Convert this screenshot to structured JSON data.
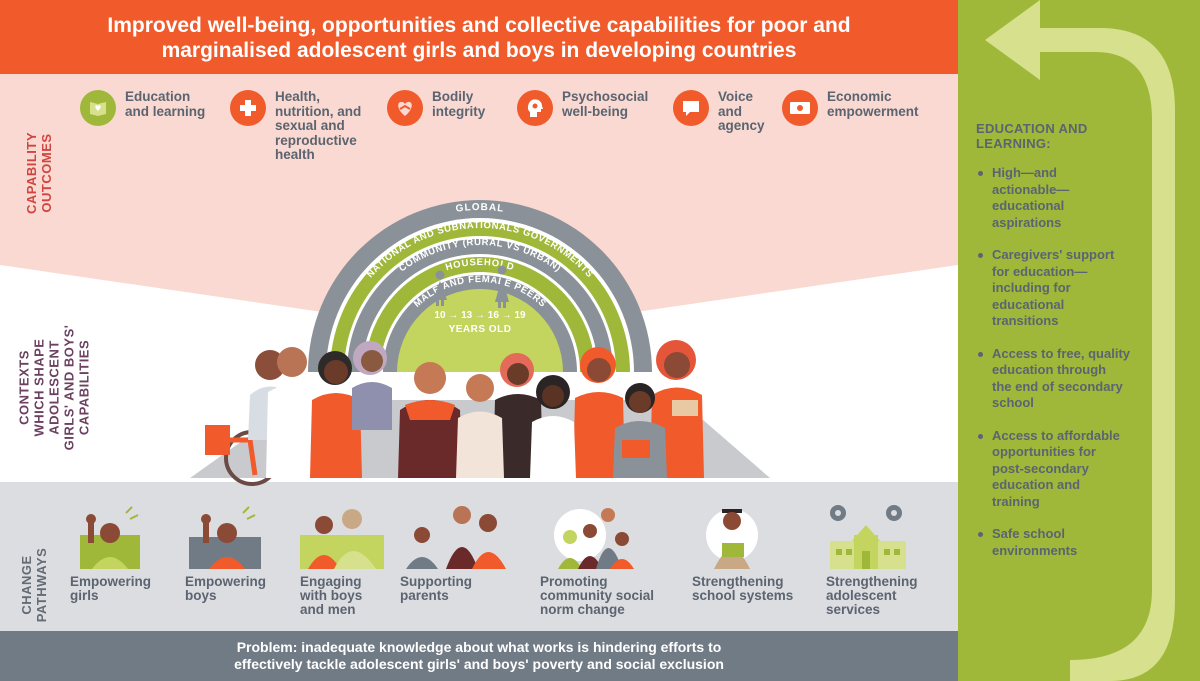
{
  "colors": {
    "orange": "#f15a2b",
    "pink": "#f9d9d1",
    "lime": "#9fb83a",
    "pale_lime": "#d7e08c",
    "slate": "#717b86",
    "text_gray": "#5b6470",
    "light_gray": "#dcdde1"
  },
  "header": {
    "line1": "Improved well-being, opportunities and collective capabilities for poor and",
    "line2": "marginalised adolescent girls and boys in developing countries"
  },
  "section_labels": {
    "capability": {
      "line1": "CAPABILITY",
      "line2": "OUTCOMES"
    },
    "contexts": {
      "line1": "CONTEXTS",
      "line2": "WHICH SHAPE",
      "line3": "ADOLESCENT",
      "line4": "GIRLS' AND BOYS'",
      "line5": "CAPABILITIES"
    },
    "change": {
      "line1": "CHANGE",
      "line2": "PATHWAYS"
    }
  },
  "outcomes": [
    {
      "icon": "book-heart-icon",
      "lines": [
        "Education",
        "and learning"
      ]
    },
    {
      "icon": "medical-cross-icon",
      "lines": [
        "Health,",
        "nutrition, and",
        "sexual and",
        "reproductive",
        "health"
      ]
    },
    {
      "icon": "handshake-heart-icon",
      "lines": [
        "Bodily",
        "integrity"
      ]
    },
    {
      "icon": "head-profile-icon",
      "lines": [
        "Psychosocial",
        "well-being"
      ]
    },
    {
      "icon": "speech-bubble-icon",
      "lines": [
        "Voice",
        "and",
        "agency"
      ]
    },
    {
      "icon": "money-icon",
      "lines": [
        "Economic",
        "empowerment"
      ]
    }
  ],
  "rings": {
    "global": "GLOBAL",
    "national": "NATIONAL AND SUBNATIONALS GOVERNMENTS",
    "community": "COMMUNITY (RURAL VS URBAN)",
    "household": "HOUSEHOLD",
    "peers": "MALE AND FEMALE PEERS",
    "ages": "10 → 13 → 16 → 19",
    "years": "YEARS OLD"
  },
  "pathways": [
    {
      "icon": "girl-raised-fist-icon",
      "lines": [
        "Empowering",
        "girls"
      ]
    },
    {
      "icon": "boy-raised-fist-icon",
      "lines": [
        "Empowering",
        "boys"
      ]
    },
    {
      "icon": "men-group-icon",
      "lines": [
        "Engaging",
        "with boys",
        "and men"
      ]
    },
    {
      "icon": "parents-icon",
      "lines": [
        "Supporting",
        "parents"
      ]
    },
    {
      "icon": "community-group-icon",
      "lines": [
        "Promoting",
        "community social",
        "norm change"
      ]
    },
    {
      "icon": "graduate-icon",
      "lines": [
        "Strengthening",
        "school systems"
      ]
    },
    {
      "icon": "school-building-gears-icon",
      "lines": [
        "Strengthening",
        "adolescent",
        "services"
      ]
    }
  ],
  "sidebar": {
    "title_line1": "EDUCATION AND",
    "title_line2": "LEARNING:",
    "items": [
      {
        "lines": [
          "High—and",
          "actionable—",
          "educational",
          "aspirations"
        ]
      },
      {
        "lines": [
          "Caregivers' support",
          "for education—",
          "including for",
          "educational",
          "transitions"
        ]
      },
      {
        "lines": [
          "Access to free, quality",
          "education through",
          "the end of secondary",
          "school"
        ]
      },
      {
        "lines": [
          "Access to affordable",
          "opportunities for",
          "post-secondary",
          "education and",
          "training"
        ]
      },
      {
        "lines": [
          "Safe school",
          "environments"
        ]
      }
    ]
  },
  "footer": {
    "line1": "Problem: inadequate knowledge about what works is hindering efforts to",
    "line2": "effectively tackle adolescent girls' and boys' poverty and social exclusion"
  }
}
